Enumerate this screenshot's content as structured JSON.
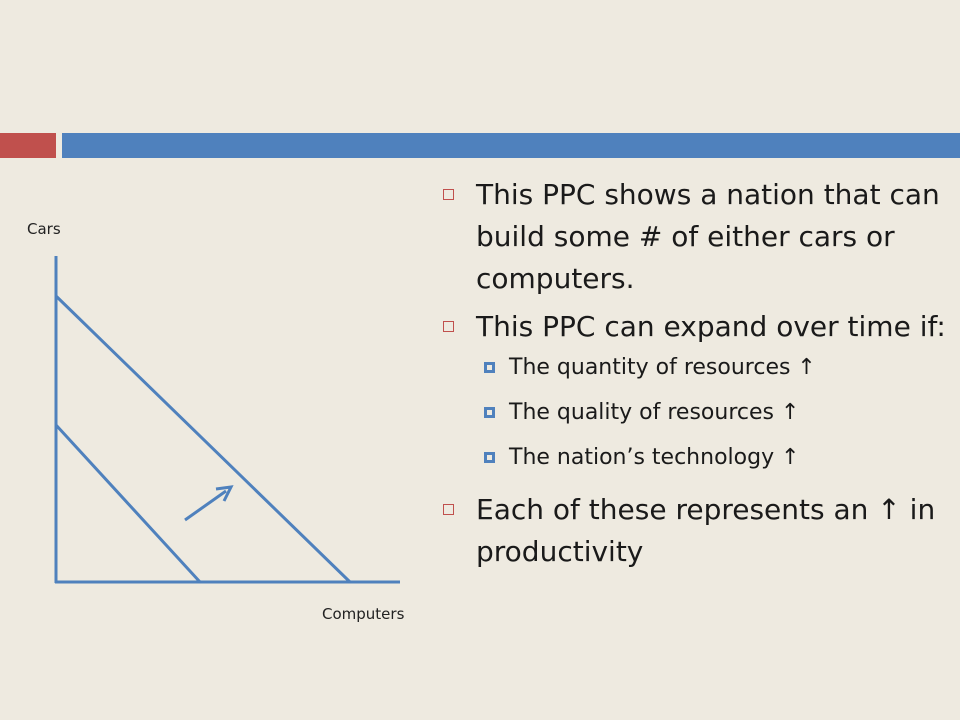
{
  "slide": {
    "accent_red": "#C0504D",
    "accent_blue": "#4F81BD",
    "background": "#EEEAE0"
  },
  "diagram": {
    "y_axis_label": "Cars",
    "x_axis_label": "Computers",
    "line_color": "#4F81BD"
  },
  "bullets": {
    "b1": "This PPC shows a nation that can build some # of either cars or computers.",
    "b2": "This PPC can expand over time if:",
    "sub1": "The quantity of resources ↑",
    "sub2": "The quality of resources ↑",
    "sub3": "The nation’s technology ↑",
    "b3": "Each of these represents an ↑ in productivity"
  }
}
